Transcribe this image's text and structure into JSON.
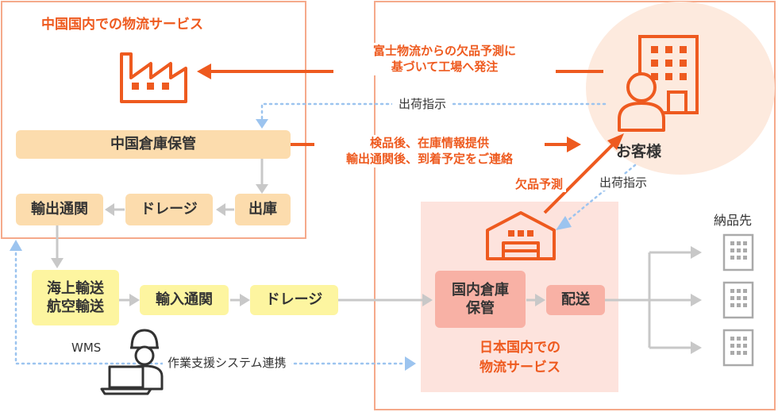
{
  "china_section": {
    "title": "中国国内での物流サービス",
    "warehouse": "中国倉庫保管",
    "shipping": "出庫",
    "drayage": "ドレージ",
    "export_customs": "輸出通関"
  },
  "transport": {
    "sea_air_line1": "海上輸送",
    "sea_air_line2": "航空輸送",
    "import_customs": "輸入通関",
    "drayage": "ドレージ"
  },
  "japan_section": {
    "title_line1": "日本国内での",
    "title_line2": "物流サービス",
    "warehouse_line1": "国内倉庫",
    "warehouse_line2": "保管",
    "delivery": "配送"
  },
  "customer": {
    "label": "お客様"
  },
  "destination": {
    "label": "納品先"
  },
  "messages": {
    "forecast_line1": "富士物流からの欠品予測に",
    "forecast_line2": "基づいて工場へ発注",
    "ship_instruction_top": "出荷指示",
    "inventory_line1": "検品後、在庫情報提供",
    "inventory_line2": "輸出通関後、到着予定をご連絡",
    "shortage_forecast": "欠品予測",
    "ship_instruction_right": "出荷指示"
  },
  "wms": {
    "label": "WMS",
    "system": "作業支援システム連携"
  },
  "colors": {
    "orange": "#ee5a1f",
    "peach": "#fcdcad",
    "yellow": "#fdf5a0",
    "pink": "#f8b1a5",
    "gray": "#c8c8c8",
    "dotted_blue": "#9cc4ef"
  }
}
